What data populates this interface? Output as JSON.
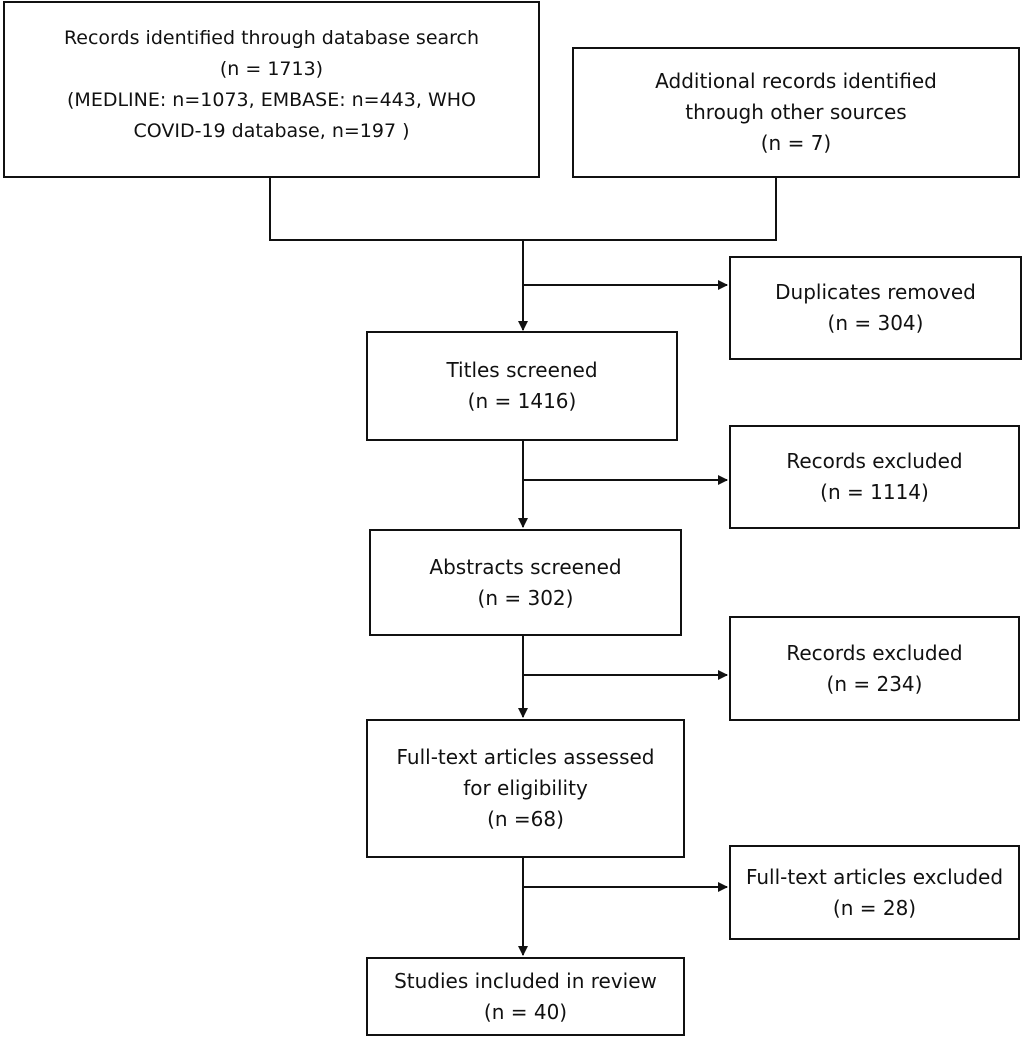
{
  "boxes": {
    "records_identified": {
      "line1": "Records identified through database search",
      "line2": "(n = 1713)",
      "line3": "(MEDLINE: n=1073, EMBASE: n=443, WHO",
      "line4": "COVID-19 database, n=197 )"
    },
    "additional_records": {
      "line1": "Additional records identified",
      "line2": "through other sources",
      "line3": "(n = 7)"
    },
    "duplicates_removed": {
      "line1": "Duplicates removed",
      "line2": "(n = 304)"
    },
    "titles_screened": {
      "line1": "Titles screened",
      "line2": "(n = 1416)"
    },
    "records_excluded_1": {
      "line1": "Records excluded",
      "line2": "(n = 1114)"
    },
    "abstracts_screened": {
      "line1": "Abstracts screened",
      "line2": "(n = 302)"
    },
    "records_excluded_2": {
      "line1": "Records excluded",
      "line2": "(n = 234)"
    },
    "fulltext_assessed": {
      "line1": "Full-text articles assessed",
      "line2": "for eligibility",
      "line3": "(n =68)"
    },
    "fulltext_excluded": {
      "line1": "Full-text articles excluded",
      "line2": "(n = 28)"
    },
    "studies_included": {
      "line1": "Studies included in review",
      "line2": "(n = 40)"
    }
  }
}
